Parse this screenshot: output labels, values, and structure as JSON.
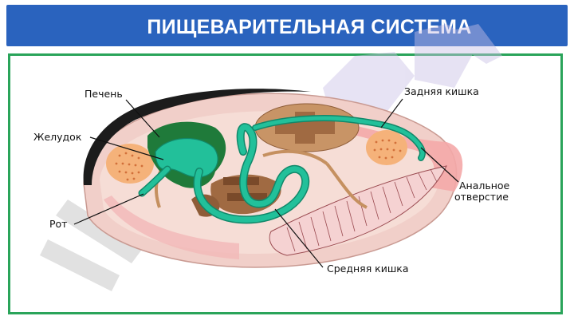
{
  "header": {
    "title": "ПИЩЕВАРИТЕЛЬНАЯ СИСТЕМА"
  },
  "labels": {
    "liver": "Печень",
    "stomach": "Желудок",
    "mouth": "Рот",
    "hindgut": "Задняя кишка",
    "anus_line1": "Анальное",
    "anus_line2": "отверстие",
    "midgut": "Средняя кишка"
  },
  "colors": {
    "banner": "#2a63be",
    "frame": "#2aa45a",
    "digestive_tract": "#1fae86",
    "liver": "#1f7a3a"
  }
}
